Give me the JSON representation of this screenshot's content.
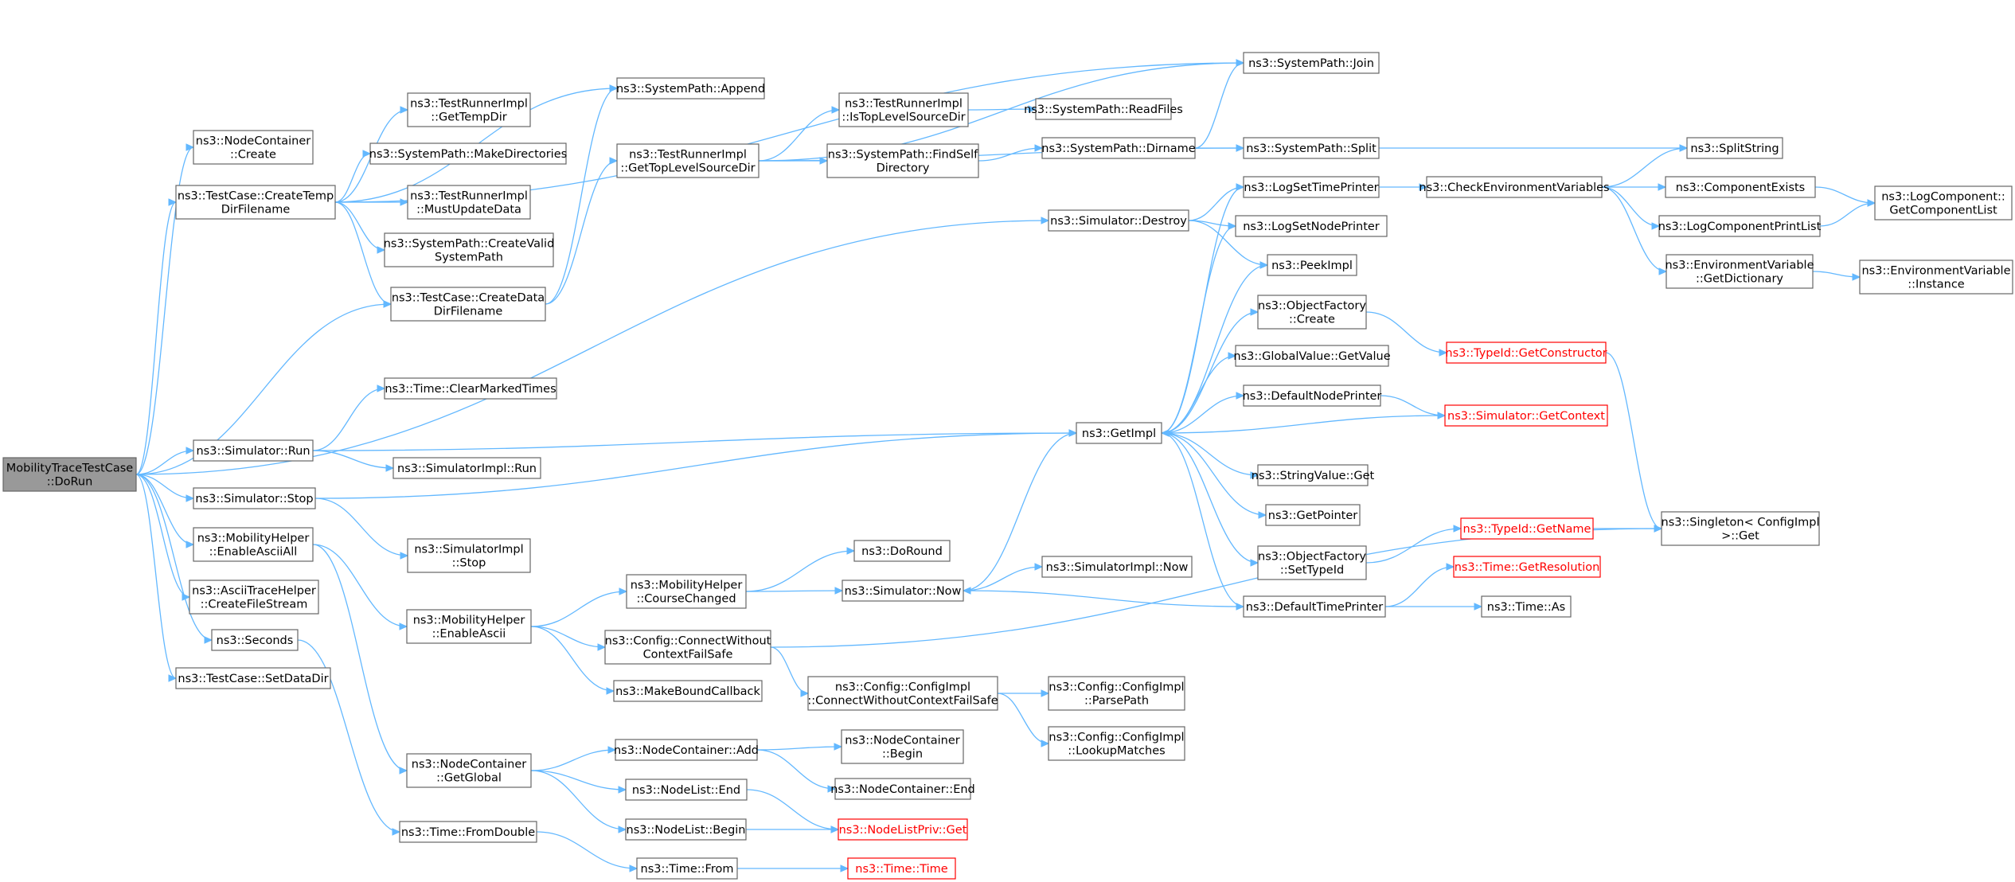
{
  "colors": {
    "edge": "#63b8ff",
    "root_fill": "#999999",
    "border": "#666666",
    "incomplete": "#ff0000"
  },
  "nodes": [
    {
      "id": "root",
      "lines": [
        "MobilityTraceTestCase",
        "::DoRun"
      ],
      "style": "root"
    },
    {
      "id": "nc_create",
      "lines": [
        "ns3::NodeContainer",
        "::Create"
      ]
    },
    {
      "id": "tc_ctdf",
      "lines": [
        "ns3::TestCase::CreateTemp",
        "DirFilename"
      ]
    },
    {
      "id": "tc_cddf",
      "lines": [
        "ns3::TestCase::CreateData",
        "DirFilename"
      ]
    },
    {
      "id": "sim_run",
      "lines": [
        "ns3::Simulator::Run"
      ]
    },
    {
      "id": "sim_stop",
      "lines": [
        "ns3::Simulator::Stop"
      ]
    },
    {
      "id": "mh_eaa",
      "lines": [
        "ns3::MobilityHelper",
        "::EnableAsciiAll"
      ]
    },
    {
      "id": "ath_cfs",
      "lines": [
        "ns3::AsciiTraceHelper",
        "::CreateFileStream"
      ]
    },
    {
      "id": "seconds",
      "lines": [
        "ns3::Seconds"
      ]
    },
    {
      "id": "tc_sdd",
      "lines": [
        "ns3::TestCase::SetDataDir"
      ]
    },
    {
      "id": "tri_gtd",
      "lines": [
        "ns3::TestRunnerImpl",
        "::GetTempDir"
      ]
    },
    {
      "id": "sp_md",
      "lines": [
        "ns3::SystemPath::MakeDirectories"
      ]
    },
    {
      "id": "tri_mud",
      "lines": [
        "ns3::TestRunnerImpl",
        "::MustUpdateData"
      ]
    },
    {
      "id": "sp_cvsp",
      "lines": [
        "ns3::SystemPath::CreateValid",
        "SystemPath"
      ]
    },
    {
      "id": "time_cmt",
      "lines": [
        "ns3::Time::ClearMarkedTimes"
      ]
    },
    {
      "id": "simimpl_run",
      "lines": [
        "ns3::SimulatorImpl::Run"
      ]
    },
    {
      "id": "simimpl_stop",
      "lines": [
        "ns3::SimulatorImpl",
        "::Stop"
      ]
    },
    {
      "id": "mh_ea",
      "lines": [
        "ns3::MobilityHelper",
        "::EnableAscii"
      ]
    },
    {
      "id": "nc_gg",
      "lines": [
        "ns3::NodeContainer",
        "::GetGlobal"
      ]
    },
    {
      "id": "time_fd",
      "lines": [
        "ns3::Time::FromDouble"
      ]
    },
    {
      "id": "sp_append",
      "lines": [
        "ns3::SystemPath::Append"
      ]
    },
    {
      "id": "tri_gtlsd",
      "lines": [
        "ns3::TestRunnerImpl",
        "::GetTopLevelSourceDir"
      ]
    },
    {
      "id": "mh_cc",
      "lines": [
        "ns3::MobilityHelper",
        "::CourseChanged"
      ]
    },
    {
      "id": "cfg_cwcfs",
      "lines": [
        "ns3::Config::ConnectWithout",
        "ContextFailSafe"
      ]
    },
    {
      "id": "mbc",
      "lines": [
        "ns3::MakeBoundCallback"
      ]
    },
    {
      "id": "nc_add",
      "lines": [
        "ns3::NodeContainer::Add"
      ]
    },
    {
      "id": "nl_end",
      "lines": [
        "ns3::NodeList::End"
      ]
    },
    {
      "id": "nl_begin",
      "lines": [
        "ns3::NodeList::Begin"
      ]
    },
    {
      "id": "time_from",
      "lines": [
        "ns3::Time::From"
      ]
    },
    {
      "id": "tri_itlsd",
      "lines": [
        "ns3::TestRunnerImpl",
        "::IsTopLevelSourceDir"
      ]
    },
    {
      "id": "sp_fsd",
      "lines": [
        "ns3::SystemPath::FindSelf",
        "Directory"
      ]
    },
    {
      "id": "do_round",
      "lines": [
        "ns3::DoRound"
      ]
    },
    {
      "id": "sim_now",
      "lines": [
        "ns3::Simulator::Now"
      ]
    },
    {
      "id": "cfgimpl_cwcfs",
      "lines": [
        "ns3::Config::ConfigImpl",
        "::ConnectWithoutContextFailSafe"
      ]
    },
    {
      "id": "nc_begin",
      "lines": [
        "ns3::NodeContainer",
        "::Begin"
      ]
    },
    {
      "id": "nc_end",
      "lines": [
        "ns3::NodeContainer::End"
      ]
    },
    {
      "id": "nlp_get",
      "lines": [
        "ns3::NodeListPriv::Get"
      ],
      "style": "red"
    },
    {
      "id": "time_time",
      "lines": [
        "ns3::Time::Time"
      ],
      "style": "red"
    },
    {
      "id": "sp_rf",
      "lines": [
        "ns3::SystemPath::ReadFiles"
      ]
    },
    {
      "id": "sp_dirname",
      "lines": [
        "ns3::SystemPath::Dirname"
      ]
    },
    {
      "id": "sim_destroy",
      "lines": [
        "ns3::Simulator::Destroy"
      ]
    },
    {
      "id": "getimpl",
      "lines": [
        "ns3::GetImpl"
      ]
    },
    {
      "id": "simimpl_now",
      "lines": [
        "ns3::SimulatorImpl::Now"
      ]
    },
    {
      "id": "cfgimpl_pp",
      "lines": [
        "ns3::Config::ConfigImpl",
        "::ParsePath"
      ]
    },
    {
      "id": "cfgimpl_lm",
      "lines": [
        "ns3::Config::ConfigImpl",
        "::LookupMatches"
      ]
    },
    {
      "id": "sp_join",
      "lines": [
        "ns3::SystemPath::Join"
      ]
    },
    {
      "id": "sp_split",
      "lines": [
        "ns3::SystemPath::Split"
      ]
    },
    {
      "id": "lstp",
      "lines": [
        "ns3::LogSetTimePrinter"
      ]
    },
    {
      "id": "lsnp",
      "lines": [
        "ns3::LogSetNodePrinter"
      ]
    },
    {
      "id": "peekimpl",
      "lines": [
        "ns3::PeekImpl"
      ]
    },
    {
      "id": "of_create",
      "lines": [
        "ns3::ObjectFactory",
        "::Create"
      ]
    },
    {
      "id": "gv_gv",
      "lines": [
        "ns3::GlobalValue::GetValue"
      ]
    },
    {
      "id": "dnp",
      "lines": [
        "ns3::DefaultNodePrinter"
      ]
    },
    {
      "id": "sv_get",
      "lines": [
        "ns3::StringValue::Get"
      ]
    },
    {
      "id": "getpointer",
      "lines": [
        "ns3::GetPointer"
      ]
    },
    {
      "id": "of_sti",
      "lines": [
        "ns3::ObjectFactory",
        "::SetTypeId"
      ]
    },
    {
      "id": "dtp",
      "lines": [
        "ns3::DefaultTimePrinter"
      ]
    },
    {
      "id": "cev",
      "lines": [
        "ns3::CheckEnvironmentVariables"
      ]
    },
    {
      "id": "tid_gc",
      "lines": [
        "ns3::TypeId::GetConstructor"
      ],
      "style": "red"
    },
    {
      "id": "sim_gc",
      "lines": [
        "ns3::Simulator::GetContext"
      ],
      "style": "red"
    },
    {
      "id": "tid_gn",
      "lines": [
        "ns3::TypeId::GetName"
      ],
      "style": "red"
    },
    {
      "id": "time_gr",
      "lines": [
        "ns3::Time::GetResolution"
      ],
      "style": "red"
    },
    {
      "id": "time_as",
      "lines": [
        "ns3::Time::As"
      ]
    },
    {
      "id": "splitstring",
      "lines": [
        "ns3::SplitString"
      ]
    },
    {
      "id": "compexists",
      "lines": [
        "ns3::ComponentExists"
      ]
    },
    {
      "id": "lcpl",
      "lines": [
        "ns3::LogComponentPrintList"
      ]
    },
    {
      "id": "ev_gd",
      "lines": [
        "ns3::EnvironmentVariable",
        "::GetDictionary"
      ]
    },
    {
      "id": "lc_gcl",
      "lines": [
        "ns3::LogComponent::",
        "GetComponentList"
      ]
    },
    {
      "id": "singleton_get",
      "lines": [
        "ns3::Singleton< ConfigImpl",
        ">::Get"
      ]
    },
    {
      "id": "ev_inst",
      "lines": [
        "ns3::EnvironmentVariable",
        "::Instance"
      ]
    }
  ],
  "edges": [
    [
      "root",
      "nc_create"
    ],
    [
      "root",
      "tc_ctdf"
    ],
    [
      "root",
      "tc_cddf"
    ],
    [
      "root",
      "sim_destroy"
    ],
    [
      "root",
      "sim_run"
    ],
    [
      "root",
      "sim_stop"
    ],
    [
      "root",
      "mh_eaa"
    ],
    [
      "root",
      "ath_cfs"
    ],
    [
      "root",
      "seconds"
    ],
    [
      "root",
      "tc_sdd"
    ],
    [
      "tc_ctdf",
      "tri_gtd"
    ],
    [
      "tc_ctdf",
      "sp_md"
    ],
    [
      "tc_ctdf",
      "tri_mud"
    ],
    [
      "tc_ctdf",
      "sp_cvsp"
    ],
    [
      "tc_ctdf",
      "tc_cddf"
    ],
    [
      "tc_ctdf",
      "sp_append"
    ],
    [
      "tc_ctdf",
      "sp_join"
    ],
    [
      "tc_cddf",
      "sp_append"
    ],
    [
      "tc_cddf",
      "tri_gtlsd"
    ],
    [
      "tri_gtlsd",
      "tri_itlsd"
    ],
    [
      "tri_gtlsd",
      "sp_fsd"
    ],
    [
      "tri_gtlsd",
      "sp_join"
    ],
    [
      "tri_gtlsd",
      "sp_split"
    ],
    [
      "tri_itlsd",
      "sp_rf"
    ],
    [
      "sp_fsd",
      "sp_dirname"
    ],
    [
      "sp_dirname",
      "sp_join"
    ],
    [
      "sp_dirname",
      "sp_split"
    ],
    [
      "sp_split",
      "splitstring"
    ],
    [
      "sim_run",
      "time_cmt"
    ],
    [
      "sim_run",
      "simimpl_run"
    ],
    [
      "sim_run",
      "getimpl"
    ],
    [
      "sim_stop",
      "simimpl_stop"
    ],
    [
      "sim_stop",
      "getimpl"
    ],
    [
      "mh_eaa",
      "mh_ea"
    ],
    [
      "mh_eaa",
      "nc_gg"
    ],
    [
      "mh_ea",
      "mh_cc"
    ],
    [
      "mh_ea",
      "cfg_cwcfs"
    ],
    [
      "mh_ea",
      "mbc"
    ],
    [
      "mh_cc",
      "do_round"
    ],
    [
      "mh_cc",
      "sim_now"
    ],
    [
      "sim_now",
      "simimpl_now"
    ],
    [
      "sim_now",
      "getimpl"
    ],
    [
      "cfg_cwcfs",
      "cfgimpl_cwcfs"
    ],
    [
      "cfg_cwcfs",
      "singleton_get"
    ],
    [
      "cfgimpl_cwcfs",
      "cfgimpl_pp"
    ],
    [
      "cfgimpl_cwcfs",
      "cfgimpl_lm"
    ],
    [
      "nc_gg",
      "nc_add"
    ],
    [
      "nc_gg",
      "nl_end"
    ],
    [
      "nc_gg",
      "nl_begin"
    ],
    [
      "nc_add",
      "nc_begin"
    ],
    [
      "nc_add",
      "nc_end"
    ],
    [
      "nl_end",
      "nlp_get"
    ],
    [
      "nl_begin",
      "nlp_get"
    ],
    [
      "seconds",
      "time_fd"
    ],
    [
      "time_fd",
      "time_from"
    ],
    [
      "time_from",
      "time_time"
    ],
    [
      "sim_destroy",
      "lstp"
    ],
    [
      "sim_destroy",
      "lsnp"
    ],
    [
      "sim_destroy",
      "peekimpl"
    ],
    [
      "getimpl",
      "lstp"
    ],
    [
      "getimpl",
      "lsnp"
    ],
    [
      "getimpl",
      "peekimpl"
    ],
    [
      "getimpl",
      "of_create"
    ],
    [
      "getimpl",
      "gv_gv"
    ],
    [
      "getimpl",
      "dnp"
    ],
    [
      "getimpl",
      "sv_get"
    ],
    [
      "getimpl",
      "getpointer"
    ],
    [
      "getimpl",
      "of_sti"
    ],
    [
      "getimpl",
      "dtp"
    ],
    [
      "lstp",
      "cev"
    ],
    [
      "cev",
      "splitstring"
    ],
    [
      "cev",
      "compexists"
    ],
    [
      "cev",
      "lcpl"
    ],
    [
      "cev",
      "ev_gd"
    ],
    [
      "compexists",
      "lc_gcl"
    ],
    [
      "lcpl",
      "lc_gcl"
    ],
    [
      "ev_gd",
      "ev_inst"
    ],
    [
      "of_create",
      "tid_gc"
    ],
    [
      "tid_gc",
      "singleton_get"
    ],
    [
      "dnp",
      "sim_gc"
    ],
    [
      "sim_gc",
      "getimpl"
    ],
    [
      "of_sti",
      "tid_gn"
    ],
    [
      "tid_gn",
      "singleton_get"
    ],
    [
      "dtp",
      "time_gr"
    ],
    [
      "dtp",
      "time_as"
    ],
    [
      "dtp",
      "sim_now"
    ]
  ]
}
